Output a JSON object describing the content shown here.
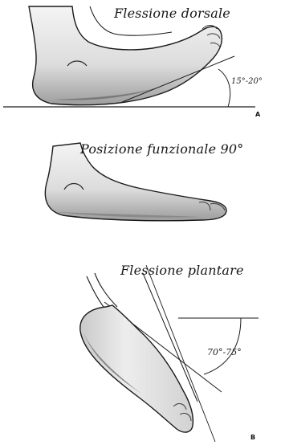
{
  "panels": {
    "dorsal": {
      "caption": "Flessione dorsale",
      "angle": "15°-20°",
      "letter": "A"
    },
    "functional": {
      "caption": "Posizione funzionale 90°"
    },
    "plantar": {
      "caption": "Flessione plantare",
      "angle": "70°-75°",
      "letter": "B"
    }
  },
  "colors": {
    "ink": "#161616",
    "skin": "#e6e6e6",
    "shade": "#8f8f8f",
    "background": "#ffffff"
  }
}
